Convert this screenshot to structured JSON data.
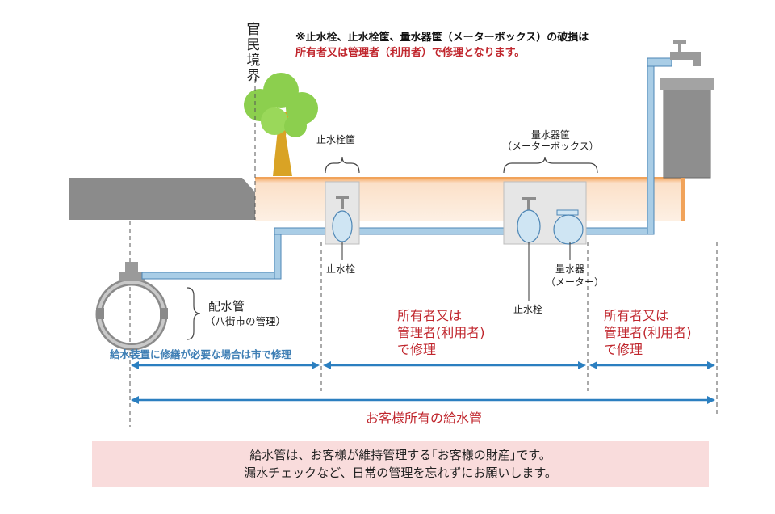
{
  "notice": {
    "line1": "※止水栓、止水栓筐、量水器筐（メーターボックス）の破損は",
    "line2": "所有者又は管理者（利用者）で修理となります。"
  },
  "boundary_label": "官民境界",
  "labels": {
    "stop_valve_box": "止水栓筐",
    "meter_box_1": "量水器筐",
    "meter_box_2": "（メーターボックス）",
    "stop_valve_1": "止水栓",
    "stop_valve_2": "止水栓",
    "meter_1": "量水器",
    "meter_2": "（メーター）",
    "main_pipe_1": "配水管",
    "main_pipe_2": "（八街市の管理）"
  },
  "repair": {
    "section1": [
      "所有者又は",
      "管理者(利用者)",
      "で修理"
    ],
    "section2": [
      "所有者又は",
      "管理者(利用者)",
      "で修理"
    ]
  },
  "city_repair": "給水装置に修繕が必要な場合は市で修理",
  "customer_pipe": "お客様所有の給水管",
  "banner": {
    "line1": "給水管は、お客様が維持管理する｢お客様の財産｣です。",
    "line2": "漏水チェックなど、日常の管理を忘れずにお願いします。"
  },
  "colors": {
    "pipe": "#a9cde6",
    "pipe_edge": "#4d86b5",
    "soil": "#fbe3cf",
    "soil_edge": "#f1a35a",
    "road": "#8a8a8a",
    "box": "#e6e6e6",
    "arrow": "#2b7fc0",
    "red_text": "#c0262d",
    "banner": "#f9dcdc"
  }
}
